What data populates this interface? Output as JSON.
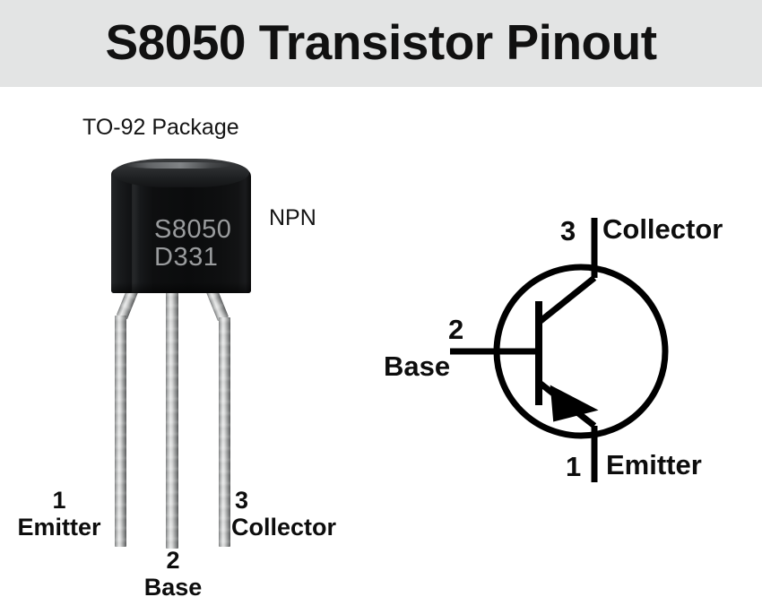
{
  "header": {
    "title": "S8050 Transistor Pinout",
    "background": "#e3e4e4"
  },
  "package": {
    "type_label": "TO-92 Package",
    "polarity_label": "NPN",
    "marking_line1": "S8050",
    "marking_line2": "D331",
    "body_color": "#101113",
    "marking_color": "#9a9c9e",
    "lead_color": "#c9cbcb",
    "pins": [
      {
        "number": "1",
        "name": "Emitter"
      },
      {
        "number": "2",
        "name": "Base"
      },
      {
        "number": "3",
        "name": "Collector"
      }
    ]
  },
  "schematic": {
    "symbol": "npn-bjt",
    "line_color": "#000000",
    "terminals": [
      {
        "number": "3",
        "name": "Collector",
        "position": "top"
      },
      {
        "number": "2",
        "name": "Base",
        "position": "left"
      },
      {
        "number": "1",
        "name": "Emitter",
        "position": "bottom"
      }
    ],
    "collector": {
      "number": "3",
      "name": "Collector"
    },
    "base": {
      "number": "2",
      "name": "Base"
    },
    "emitter": {
      "number": "1",
      "name": "Emitter"
    }
  }
}
